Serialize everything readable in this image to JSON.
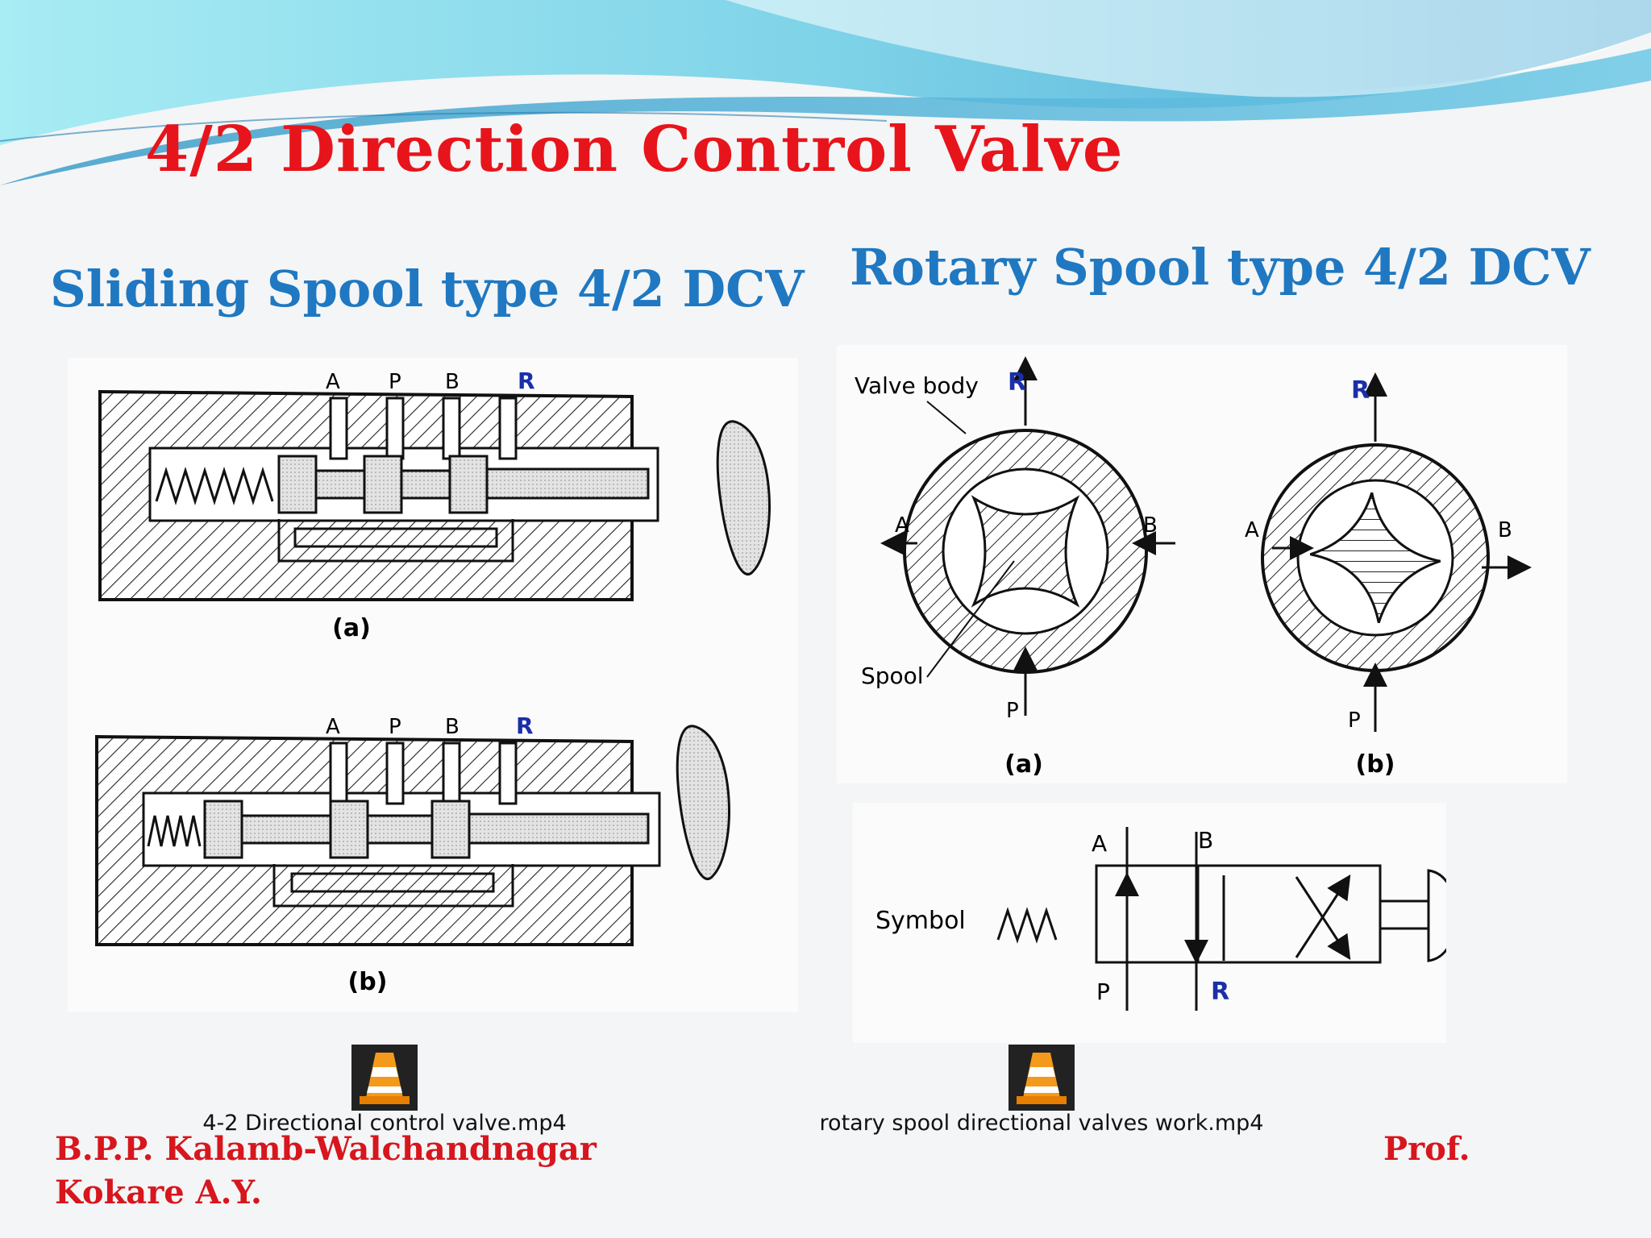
{
  "slide": {
    "title": "4/2 Direction Control Valve",
    "subtitle_left": "Sliding Spool type 4/2 DCV",
    "subtitle_right": "Rotary Spool type 4/2 DCV"
  },
  "sliding_diagram": {
    "ports": [
      "A",
      "P",
      "B",
      "R"
    ],
    "caption_a": "(a)",
    "caption_b": "(b)"
  },
  "rotary_diagram": {
    "valve_body_label": "Valve body",
    "spool_label": "Spool",
    "port_a": "A",
    "port_b": "B",
    "port_p": "P",
    "port_r": "R",
    "caption_a": "(a)",
    "caption_b": "(b)"
  },
  "symbol_diagram": {
    "label": "Symbol",
    "port_a": "A",
    "port_b": "B",
    "port_p": "P",
    "port_r": "R"
  },
  "media": [
    {
      "filename": "4-2 Directional control valve.mp4",
      "icon": "vlc-cone-icon"
    },
    {
      "filename": "rotary spool directional valves work.mp4",
      "icon": "vlc-cone-icon"
    }
  ],
  "footer": {
    "institution": "B.P.P. Kalamb-Walchandnagar",
    "author": "Kokare A.Y.",
    "prefix": "Prof."
  },
  "colors": {
    "title": "#e8141b",
    "subtitle": "#1f78c1",
    "footer": "#d7161d",
    "port_r_mark": "#1b2fa8"
  }
}
